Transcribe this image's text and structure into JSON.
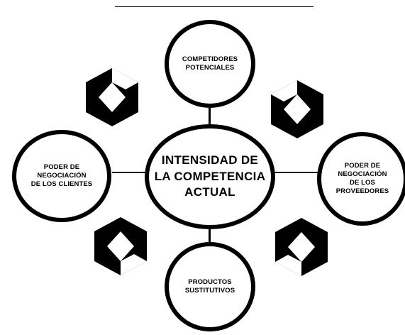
{
  "diagram": {
    "center": {
      "label": "INTENSIDAD DE\nLA COMPETENCIA\nACTUAL"
    },
    "top": {
      "label": "COMPETIDORES\nPOTENCIALES"
    },
    "left": {
      "label": "PODER DE\nNEGOCIACIÓN\nDE LOS CLIENTES"
    },
    "right": {
      "label": "PODER DE\nNEGOCIACIÓN\nDE LOS\nPROVEEDORES"
    },
    "bottom": {
      "label": "PRODUCTOS\nSUSTITUTIVOS"
    },
    "colors": {
      "stroke": "#000000",
      "fill": "#ffffff",
      "text": "#000000"
    },
    "decorations": [
      "hexagon-arrow-icon",
      "hexagon-arrow-icon",
      "hexagon-arrow-icon",
      "hexagon-arrow-icon"
    ]
  }
}
